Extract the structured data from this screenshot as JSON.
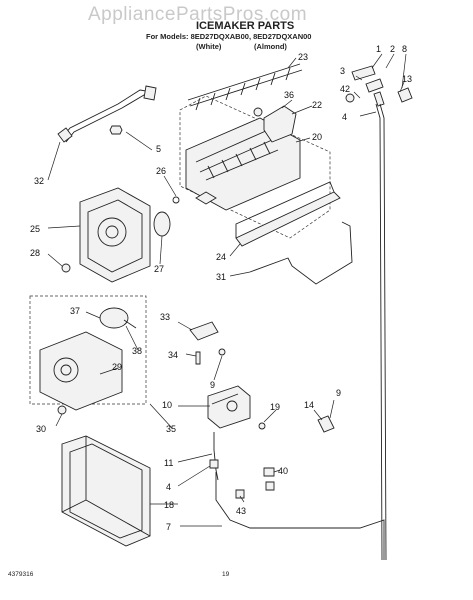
{
  "watermark": "AppliancePartsPros.com",
  "header": {
    "title": "ICEMAKER PARTS",
    "models_line": "For Models: 8ED27DQXAB00, 8ED27DQXAN00",
    "color_white": "(White)",
    "color_almond": "(Almond)"
  },
  "footer": {
    "doc_number": "4379316",
    "page_number": "19"
  },
  "callouts": {
    "c1": "1",
    "c2": "2",
    "c3": "3",
    "c4a": "4",
    "c4b": "4",
    "c5": "5",
    "c7": "7",
    "c8": "8",
    "c9a": "9",
    "c9b": "9",
    "c10": "10",
    "c11": "11",
    "c13": "13",
    "c14": "14",
    "c18": "18",
    "c19": "19",
    "c20": "20",
    "c22": "22",
    "c23": "23",
    "c24": "24",
    "c25": "25",
    "c26": "26",
    "c27": "27",
    "c28": "28",
    "c29": "29",
    "c30": "30",
    "c31": "31",
    "c32": "32",
    "c33": "33",
    "c34": "34",
    "c35": "35",
    "c36": "36",
    "c37": "37",
    "c38": "38",
    "c40": "40",
    "c42": "42",
    "c43": "43"
  }
}
